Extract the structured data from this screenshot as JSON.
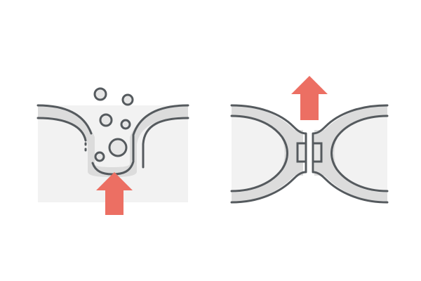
{
  "illustration": {
    "panels": [
      {
        "name": "pore-with-bubbles",
        "arrow_direction": "up"
      },
      {
        "name": "closed-junction",
        "arrow_direction": "up"
      }
    ],
    "colors": {
      "outline": "#555a5e",
      "band": "#dcdcdc",
      "panel_fill": "#f2f2f2",
      "arrow": "#ec6f63",
      "bubble_fill": "#e6e6e6"
    }
  }
}
